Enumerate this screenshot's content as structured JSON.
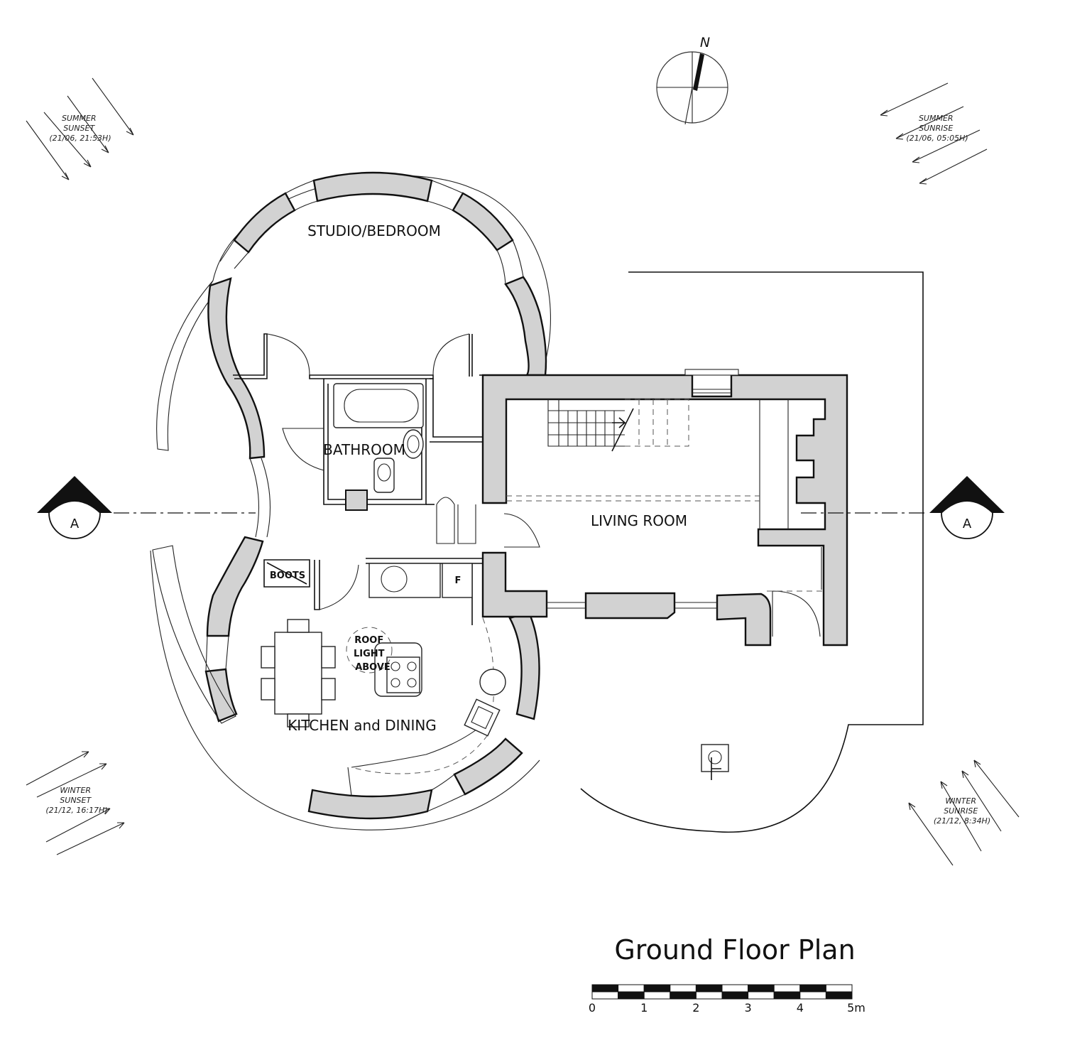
{
  "plan_title": "Ground Floor Plan",
  "rooms": {
    "studio": "STUDIO/BEDROOM",
    "bathroom": "BATHROOM",
    "living": "LIVING ROOM",
    "kitchen": "KITCHEN and DINING",
    "boots": "BOOTS",
    "fridge": "F"
  },
  "roof_light": [
    "ROOF",
    "LIGHT",
    "ABOVE"
  ],
  "compass_label": "N",
  "section_marker": "A",
  "sun": {
    "summer_sunset": [
      "SUMMER",
      "SUNSET",
      "(21/06, 21:53H)"
    ],
    "summer_sunrise": [
      "SUMMER",
      "SUNRISE",
      "(21/06, 05:05H)"
    ],
    "winter_sunset": [
      "WINTER",
      "SUNSET",
      "(21/12, 16:17H)"
    ],
    "winter_sunrise": [
      "WINTER",
      "SUNRISE",
      "(21/12, 8:34H)"
    ]
  },
  "scale_bar": {
    "labels": [
      "0",
      "1",
      "2",
      "3",
      "4",
      "5m"
    ]
  }
}
